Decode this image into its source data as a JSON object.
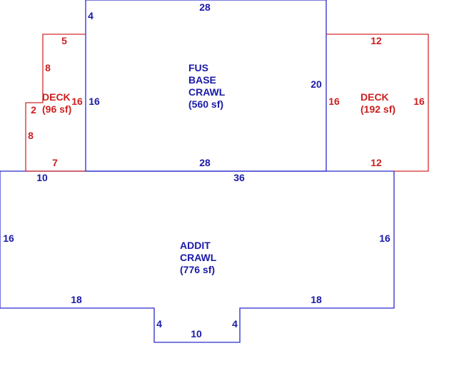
{
  "colors": {
    "main": "#1a1aa8",
    "deck": "#cc1f1f"
  },
  "areas": {
    "fus_base": {
      "lines": [
        "FUS",
        "BASE",
        "CRAWL",
        "(560 sf)"
      ]
    },
    "addition": {
      "lines": [
        "ADDIT",
        "CRAWL",
        "(776 sf)"
      ]
    },
    "deck_left": {
      "lines": [
        "DECK",
        "(96 sf)"
      ]
    },
    "deck_right": {
      "lines": [
        "DECK",
        "(192 sf)"
      ]
    }
  },
  "dimensions": {
    "fus_top": "28",
    "fus_left_top": "4",
    "fus_left": "16",
    "fus_right": "20",
    "fus_bottom": "28",
    "add_top_left": "10",
    "add_top": "36",
    "add_left": "16",
    "add_right": "16",
    "add_bottom_left": "18",
    "add_bottom_right": "18",
    "bump_left": "4",
    "bump_right": "4",
    "bump_bottom": "10",
    "deck_l_top": "5",
    "deck_l_upper": "8",
    "deck_l_inner": "16",
    "deck_l_step": "2",
    "deck_l_lower": "8",
    "deck_l_bottom": "7",
    "deck_r_top": "12",
    "deck_r_left": "16",
    "deck_r_right": "16",
    "deck_r_bottom": "12"
  }
}
